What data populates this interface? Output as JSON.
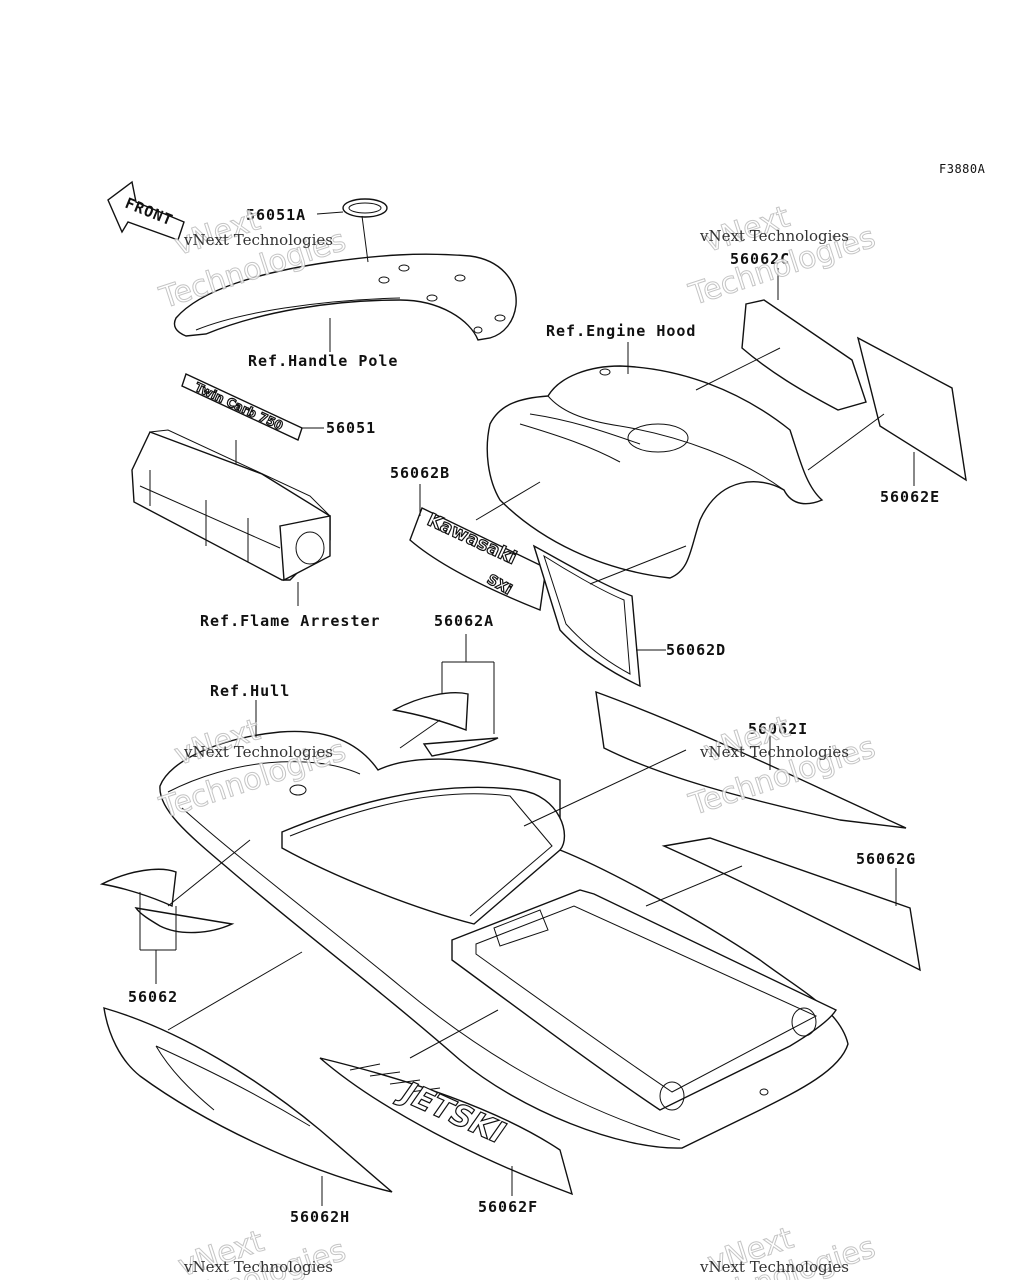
{
  "figure_code": "F3880A",
  "front_label": "FRONT",
  "decal_texts": {
    "twin_carb": "Twin Carb 750",
    "kawasaki": "Kawasaki",
    "sxi": "SXi",
    "jetski": "JETSKI"
  },
  "watermark": {
    "line1": "vNext",
    "line2": "Technologies",
    "caption": "vNext Technologies"
  },
  "labels": {
    "p56051A": "56051A",
    "ref_handle_pole": "Ref.Handle Pole",
    "p56051": "56051",
    "ref_flame_arrester": "Ref.Flame Arrester",
    "ref_engine_hood": "Ref.Engine Hood",
    "p56062C": "56062C",
    "p56062E": "56062E",
    "p56062B": "56062B",
    "p56062D": "56062D",
    "p56062A": "56062A",
    "ref_hull": "Ref.Hull",
    "p56062I": "56062I",
    "p56062G": "56062G",
    "p56062": "56062",
    "p56062H": "56062H",
    "p56062F": "56062F"
  }
}
